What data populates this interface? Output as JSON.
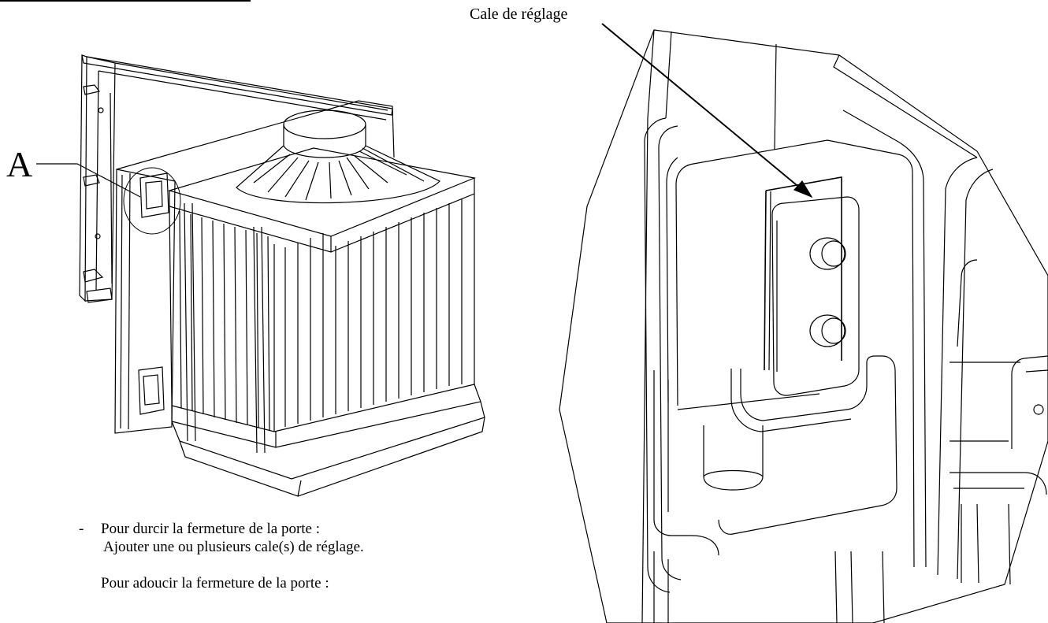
{
  "diagram": {
    "label_a": "A",
    "callout_label": "Cale de réglage"
  },
  "instructions": [
    {
      "dash": "-",
      "line1": "Pour durcir la fermeture de la porte :",
      "line2": "Ajouter une ou plusieurs cale(s) de réglage."
    },
    {
      "dash": "",
      "line1": "Pour adoucir la fermeture de la porte :",
      "line2": ""
    }
  ]
}
